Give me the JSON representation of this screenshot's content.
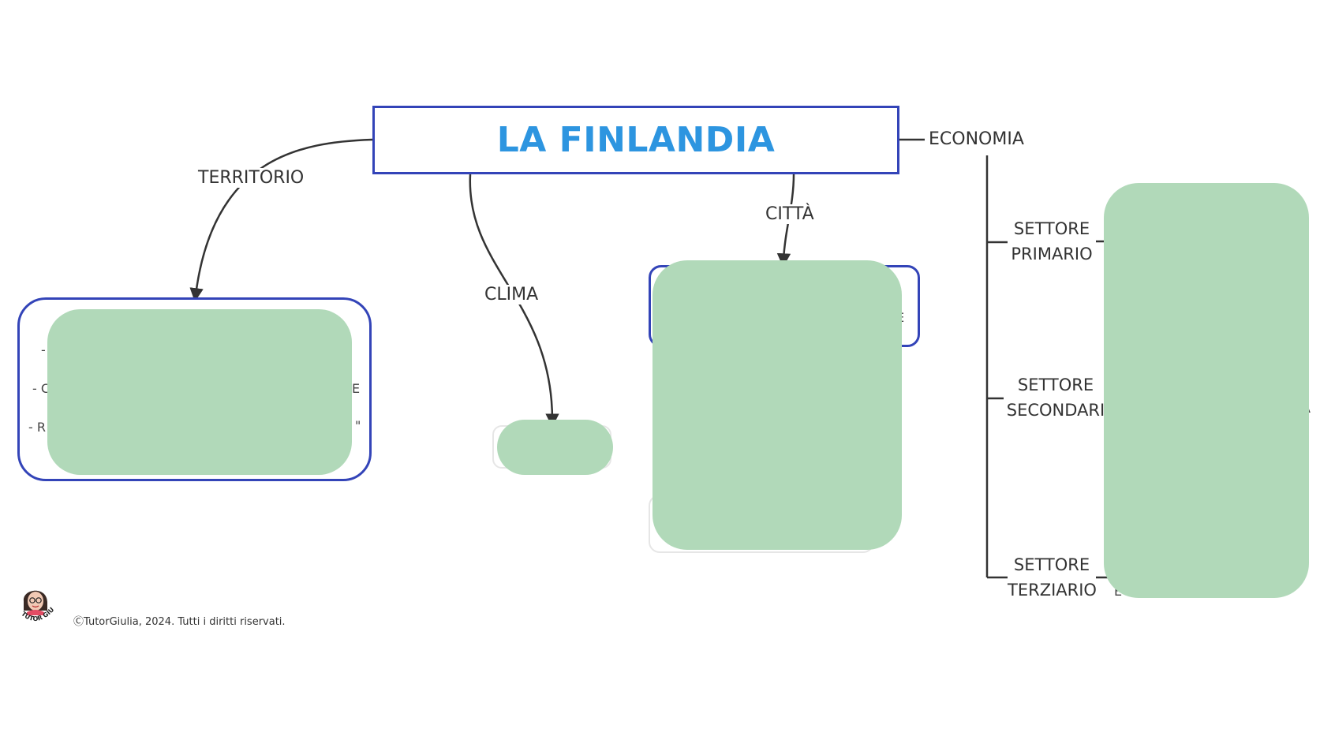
{
  "title": "LA FINLANDIA",
  "branches": {
    "territorio": "TERRITORIO",
    "clima": "CLIMA",
    "citta": "CITTÀ",
    "economia": "ECONOMIA"
  },
  "sectors": [
    {
      "line1": "SETTORE",
      "line2": "PRIMARIO"
    },
    {
      "line1": "SETTORE",
      "line2": "SECONDARI"
    },
    {
      "line1": "SETTORE",
      "line2": "TERZIARIO"
    }
  ],
  "peeks": {
    "territorio_line1": "-",
    "territorio_line2": "- C",
    "territorio_line2_end": "E",
    "territorio_line3": "- R",
    "territorio_line3_end": "\"",
    "citta_end": "E",
    "economia_right": "A",
    "terziario_bottom": "E"
  },
  "footer": {
    "copyright": "ⒸTutorGiulia, 2024. Tutti i diritti riservati.",
    "logo_text": "TUTOR GIULIA"
  },
  "colors": {
    "title": "#2d95e0",
    "border": "#3344b8",
    "cover": "#b1d9b9",
    "line": "#333333"
  }
}
